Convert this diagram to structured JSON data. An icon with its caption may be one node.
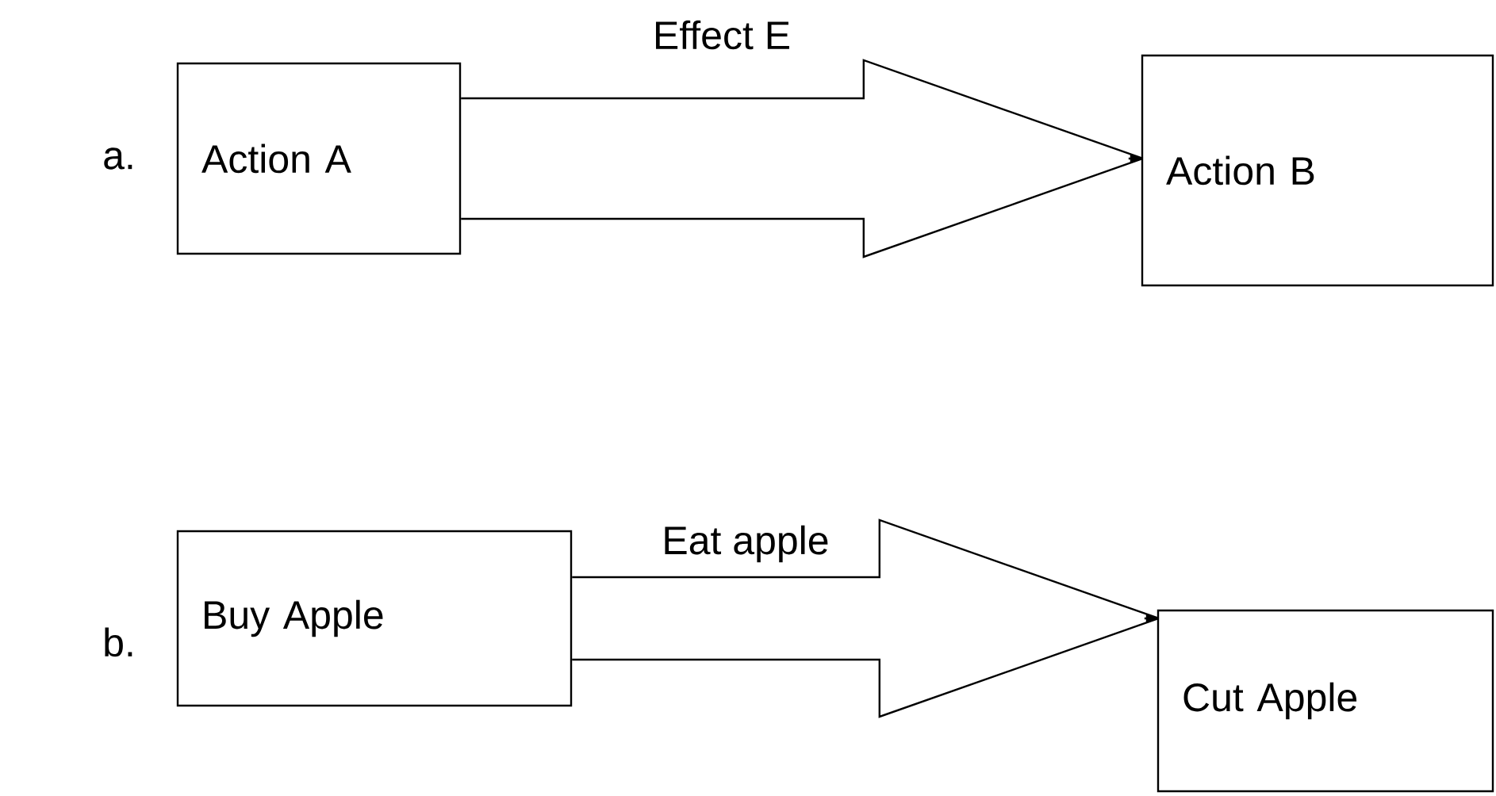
{
  "diagram": {
    "nodes": [
      {
        "text": [
          "Action A"
        ]
      },
      {
        "text": [
          "Action B"
        ]
      },
      {
        "text": [
          "Buy Apple"
        ]
      },
      {
        "text": [
          "Cut Apple"
        ]
      }
    ],
    "edges": [
      {
        "from": 0,
        "to": 1,
        "arrow": "to",
        "label": "Effect E"
      },
      {
        "from": 2,
        "to": 3,
        "arrow": "to",
        "label": "Eat apple"
      }
    ],
    "labels": [
      "a.",
      "b."
    ]
  }
}
